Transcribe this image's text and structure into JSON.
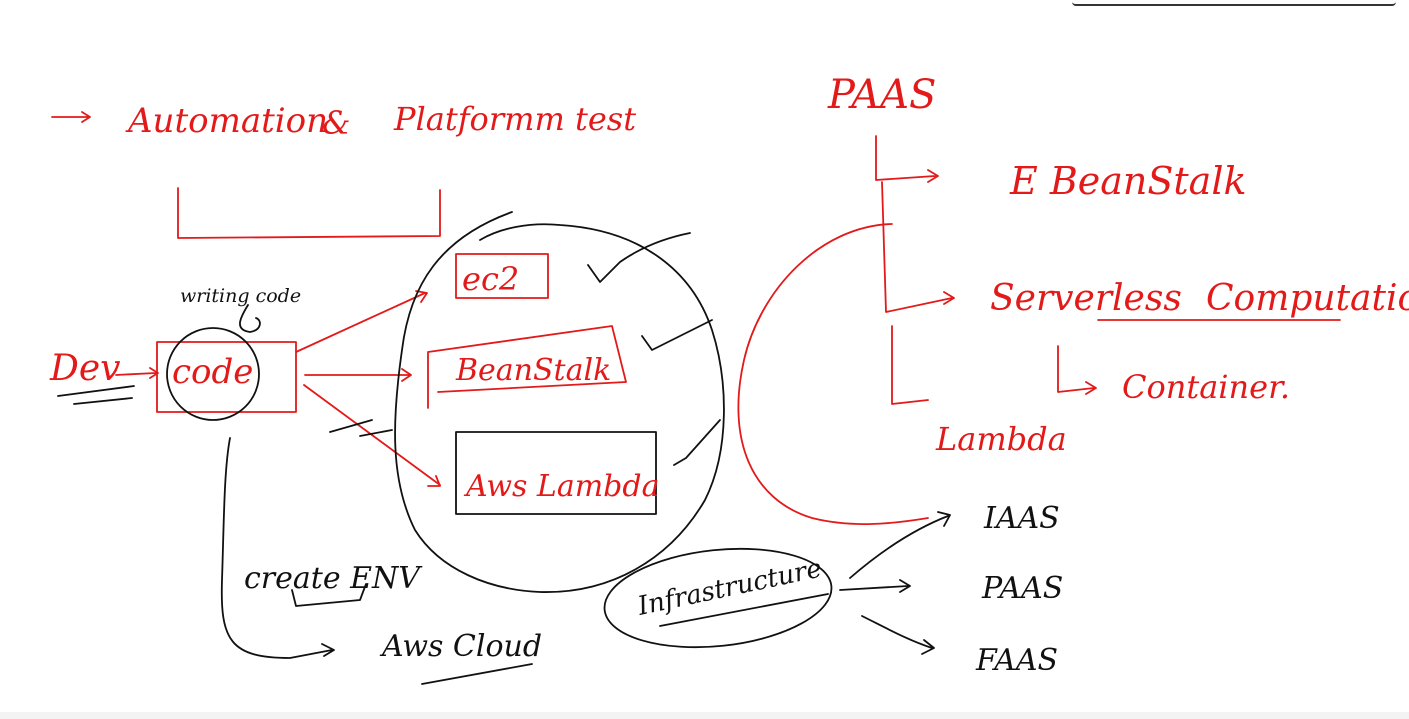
{
  "colors": {
    "ink_red": "#e21a1a",
    "ink_black": "#111111",
    "paper": "#ffffff"
  },
  "labels": {
    "automation": "Automation",
    "amp": "&",
    "platform_test": "Platformm test",
    "writing_code": "writing code",
    "dev": "Dev",
    "code": "code",
    "ec2": "ec2",
    "beanstalk": "BeanStalk",
    "aws_lambda": "Aws Lambda",
    "create_env": "create ENV",
    "aws_cloud": "Aws Cloud",
    "infrastructure": "Infrastructure",
    "paas_title": "PAAS",
    "e_beanstalk": "E BeanStalk",
    "serverless": "Serverless",
    "computation": "Computation",
    "container": "Container.",
    "lambda": "Lambda",
    "iaas": "IAAS",
    "paas": "PAAS",
    "faas": "FAAS"
  }
}
